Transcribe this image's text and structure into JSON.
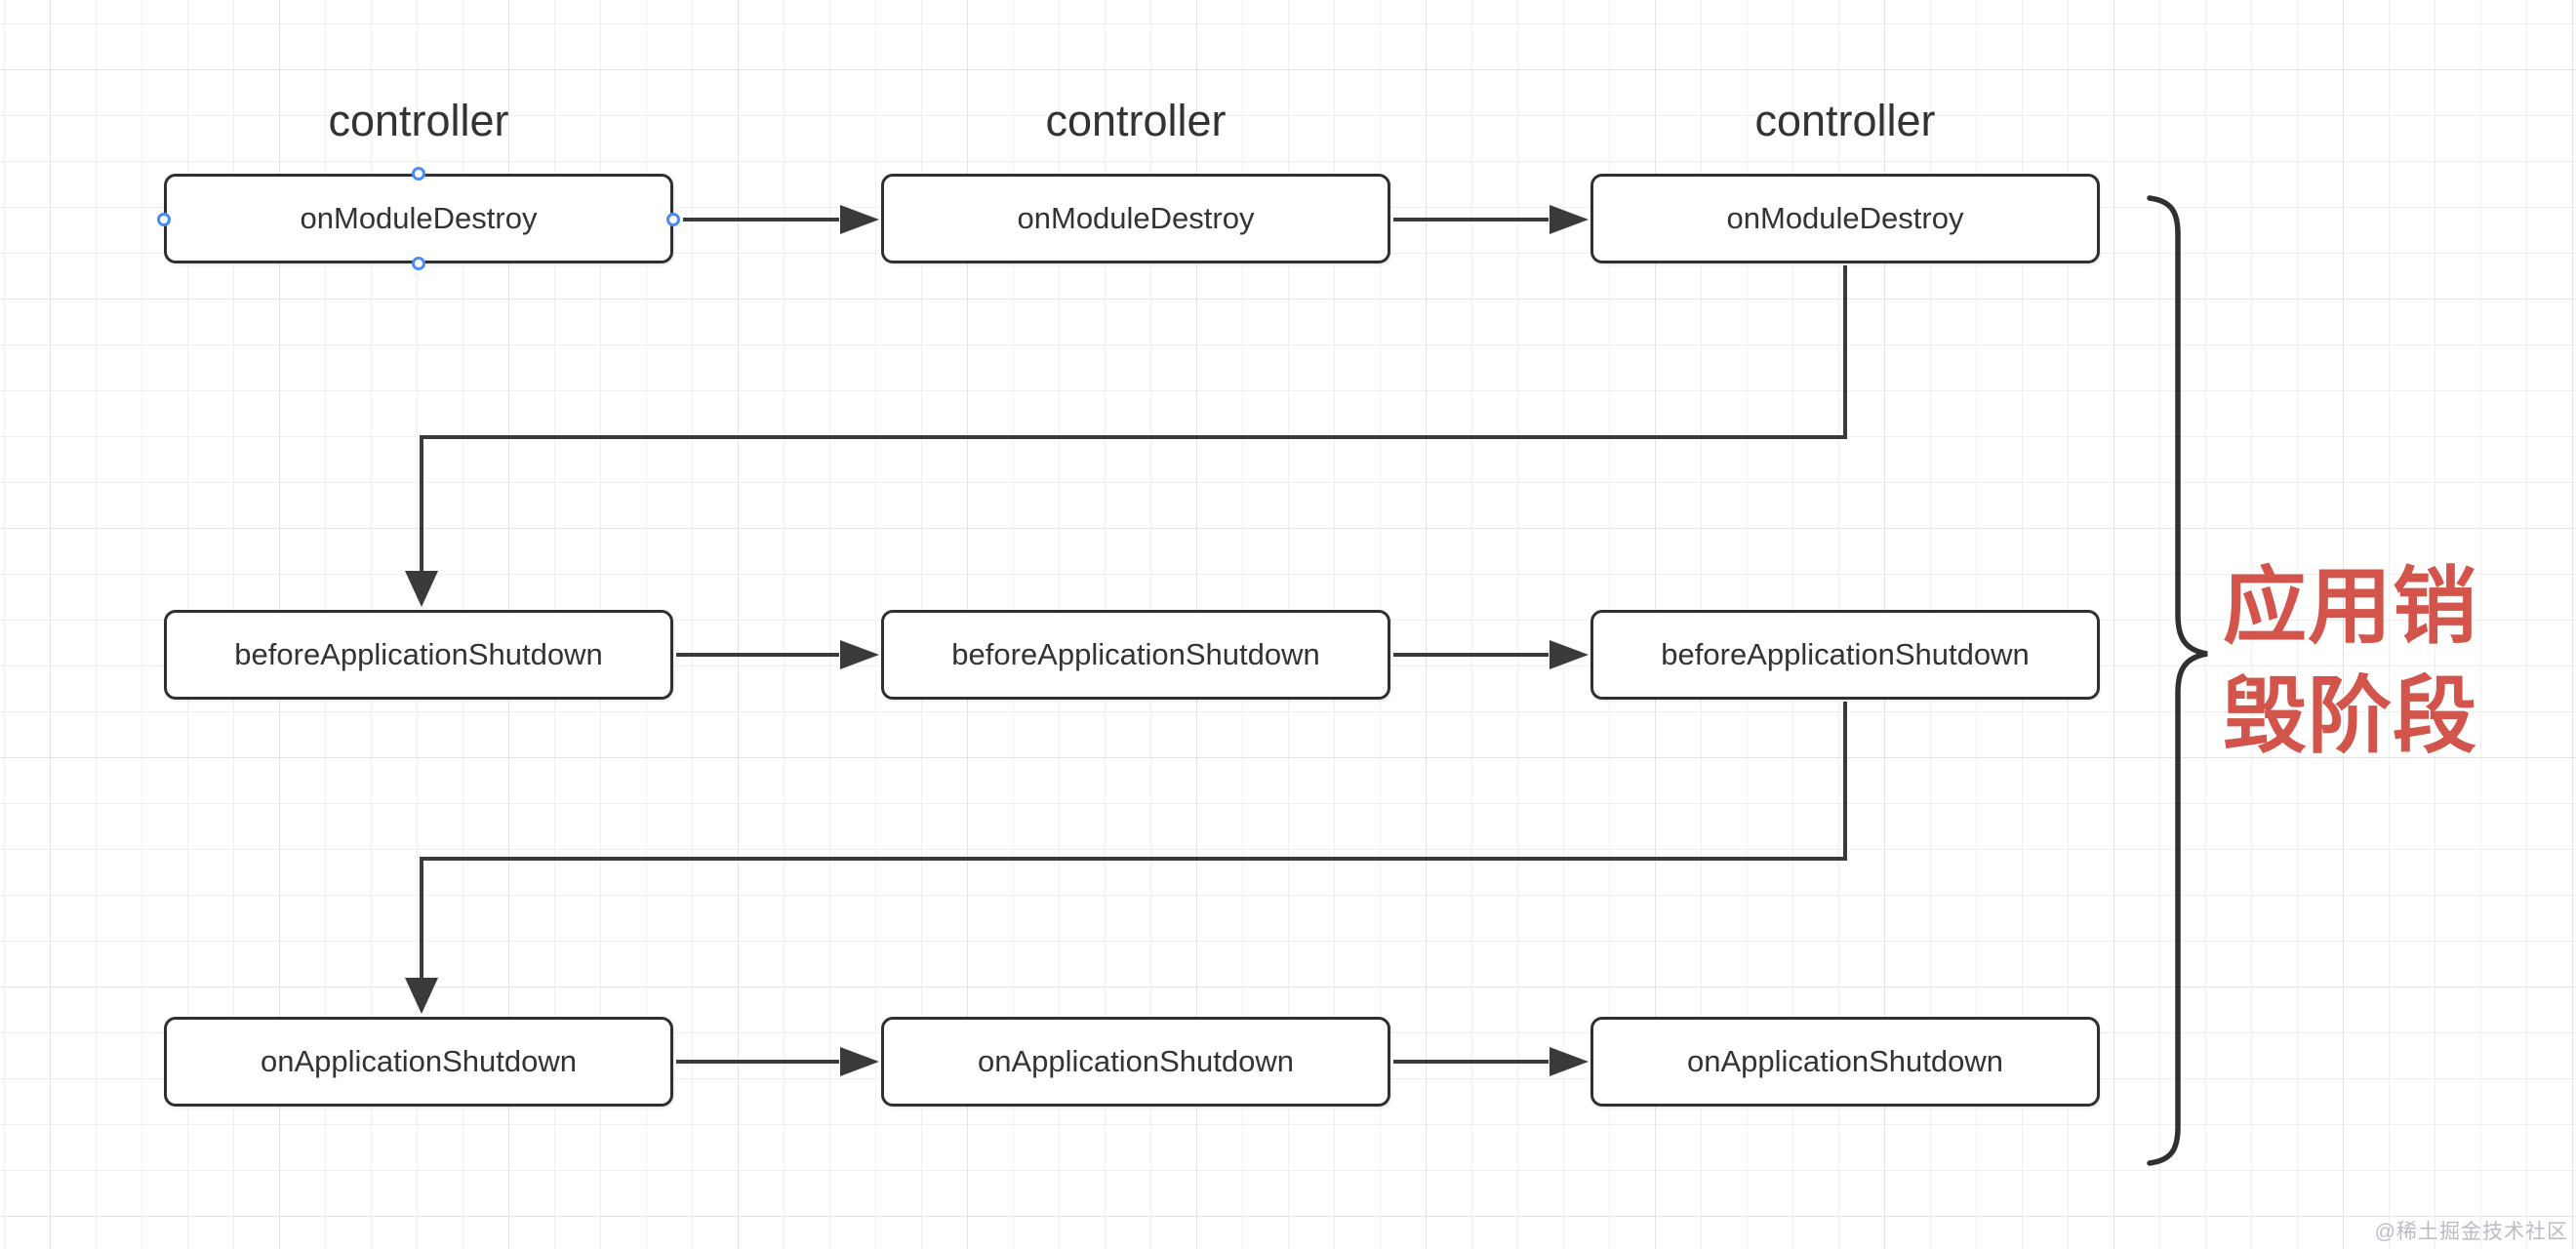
{
  "columns": [
    {
      "title": "controller"
    },
    {
      "title": "controller"
    },
    {
      "title": "controller"
    }
  ],
  "nodes": {
    "row1": [
      "onModuleDestroy",
      "onModuleDestroy",
      "onModuleDestroy"
    ],
    "row2": [
      "beforeApplicationShutdown",
      "beforeApplicationShutdown",
      "beforeApplicationShutdown"
    ],
    "row3": [
      "onApplicationShutdown",
      "onApplicationShutdown",
      "onApplicationShutdown"
    ]
  },
  "annotation": {
    "line1": "应用销",
    "line2": "毁阶段"
  },
  "watermark": "@稀土掘金技术社区",
  "colors": {
    "node_border": "#303030",
    "node_fill": "#ffffff",
    "node_text": "#333333",
    "edge": "#3a3a3a",
    "title_text": "#333333",
    "annotation_red": "#d2544a",
    "selection_handle_blue": "#4a8cf5",
    "watermark_gray": "#b9bcc2",
    "grid_minor": "#f0f0f0",
    "grid_major": "#e3e3e3"
  }
}
